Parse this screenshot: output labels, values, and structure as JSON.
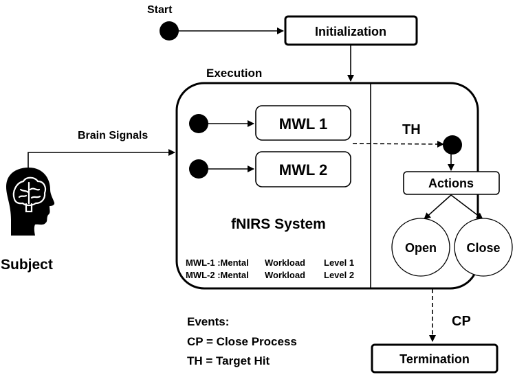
{
  "start_label": "Start",
  "initialization_label": "Initialization",
  "execution_label": "Execution",
  "brain_signals_label": "Brain Signals",
  "subject_label": "Subject",
  "mwl1_label": "MWL 1",
  "mwl2_label": "MWL 2",
  "system_label": "fNIRS System",
  "legend_mwl1_key": "MWL-1 :Mental",
  "legend_mwl1_mid": "Workload",
  "legend_mwl1_end": "Level 1",
  "legend_mwl2_key": "MWL-2 :Mental",
  "legend_mwl2_mid": "Workload",
  "legend_mwl2_end": "Level 2",
  "th_label": "TH",
  "actions_label": "Actions",
  "open_label": "Open",
  "close_label": "Close",
  "cp_label": "CP",
  "termination_label": "Termination",
  "events_title": "Events:",
  "event_cp": "CP = Close Process",
  "event_th": "TH = Target Hit",
  "icon": "head-with-brain-icon"
}
